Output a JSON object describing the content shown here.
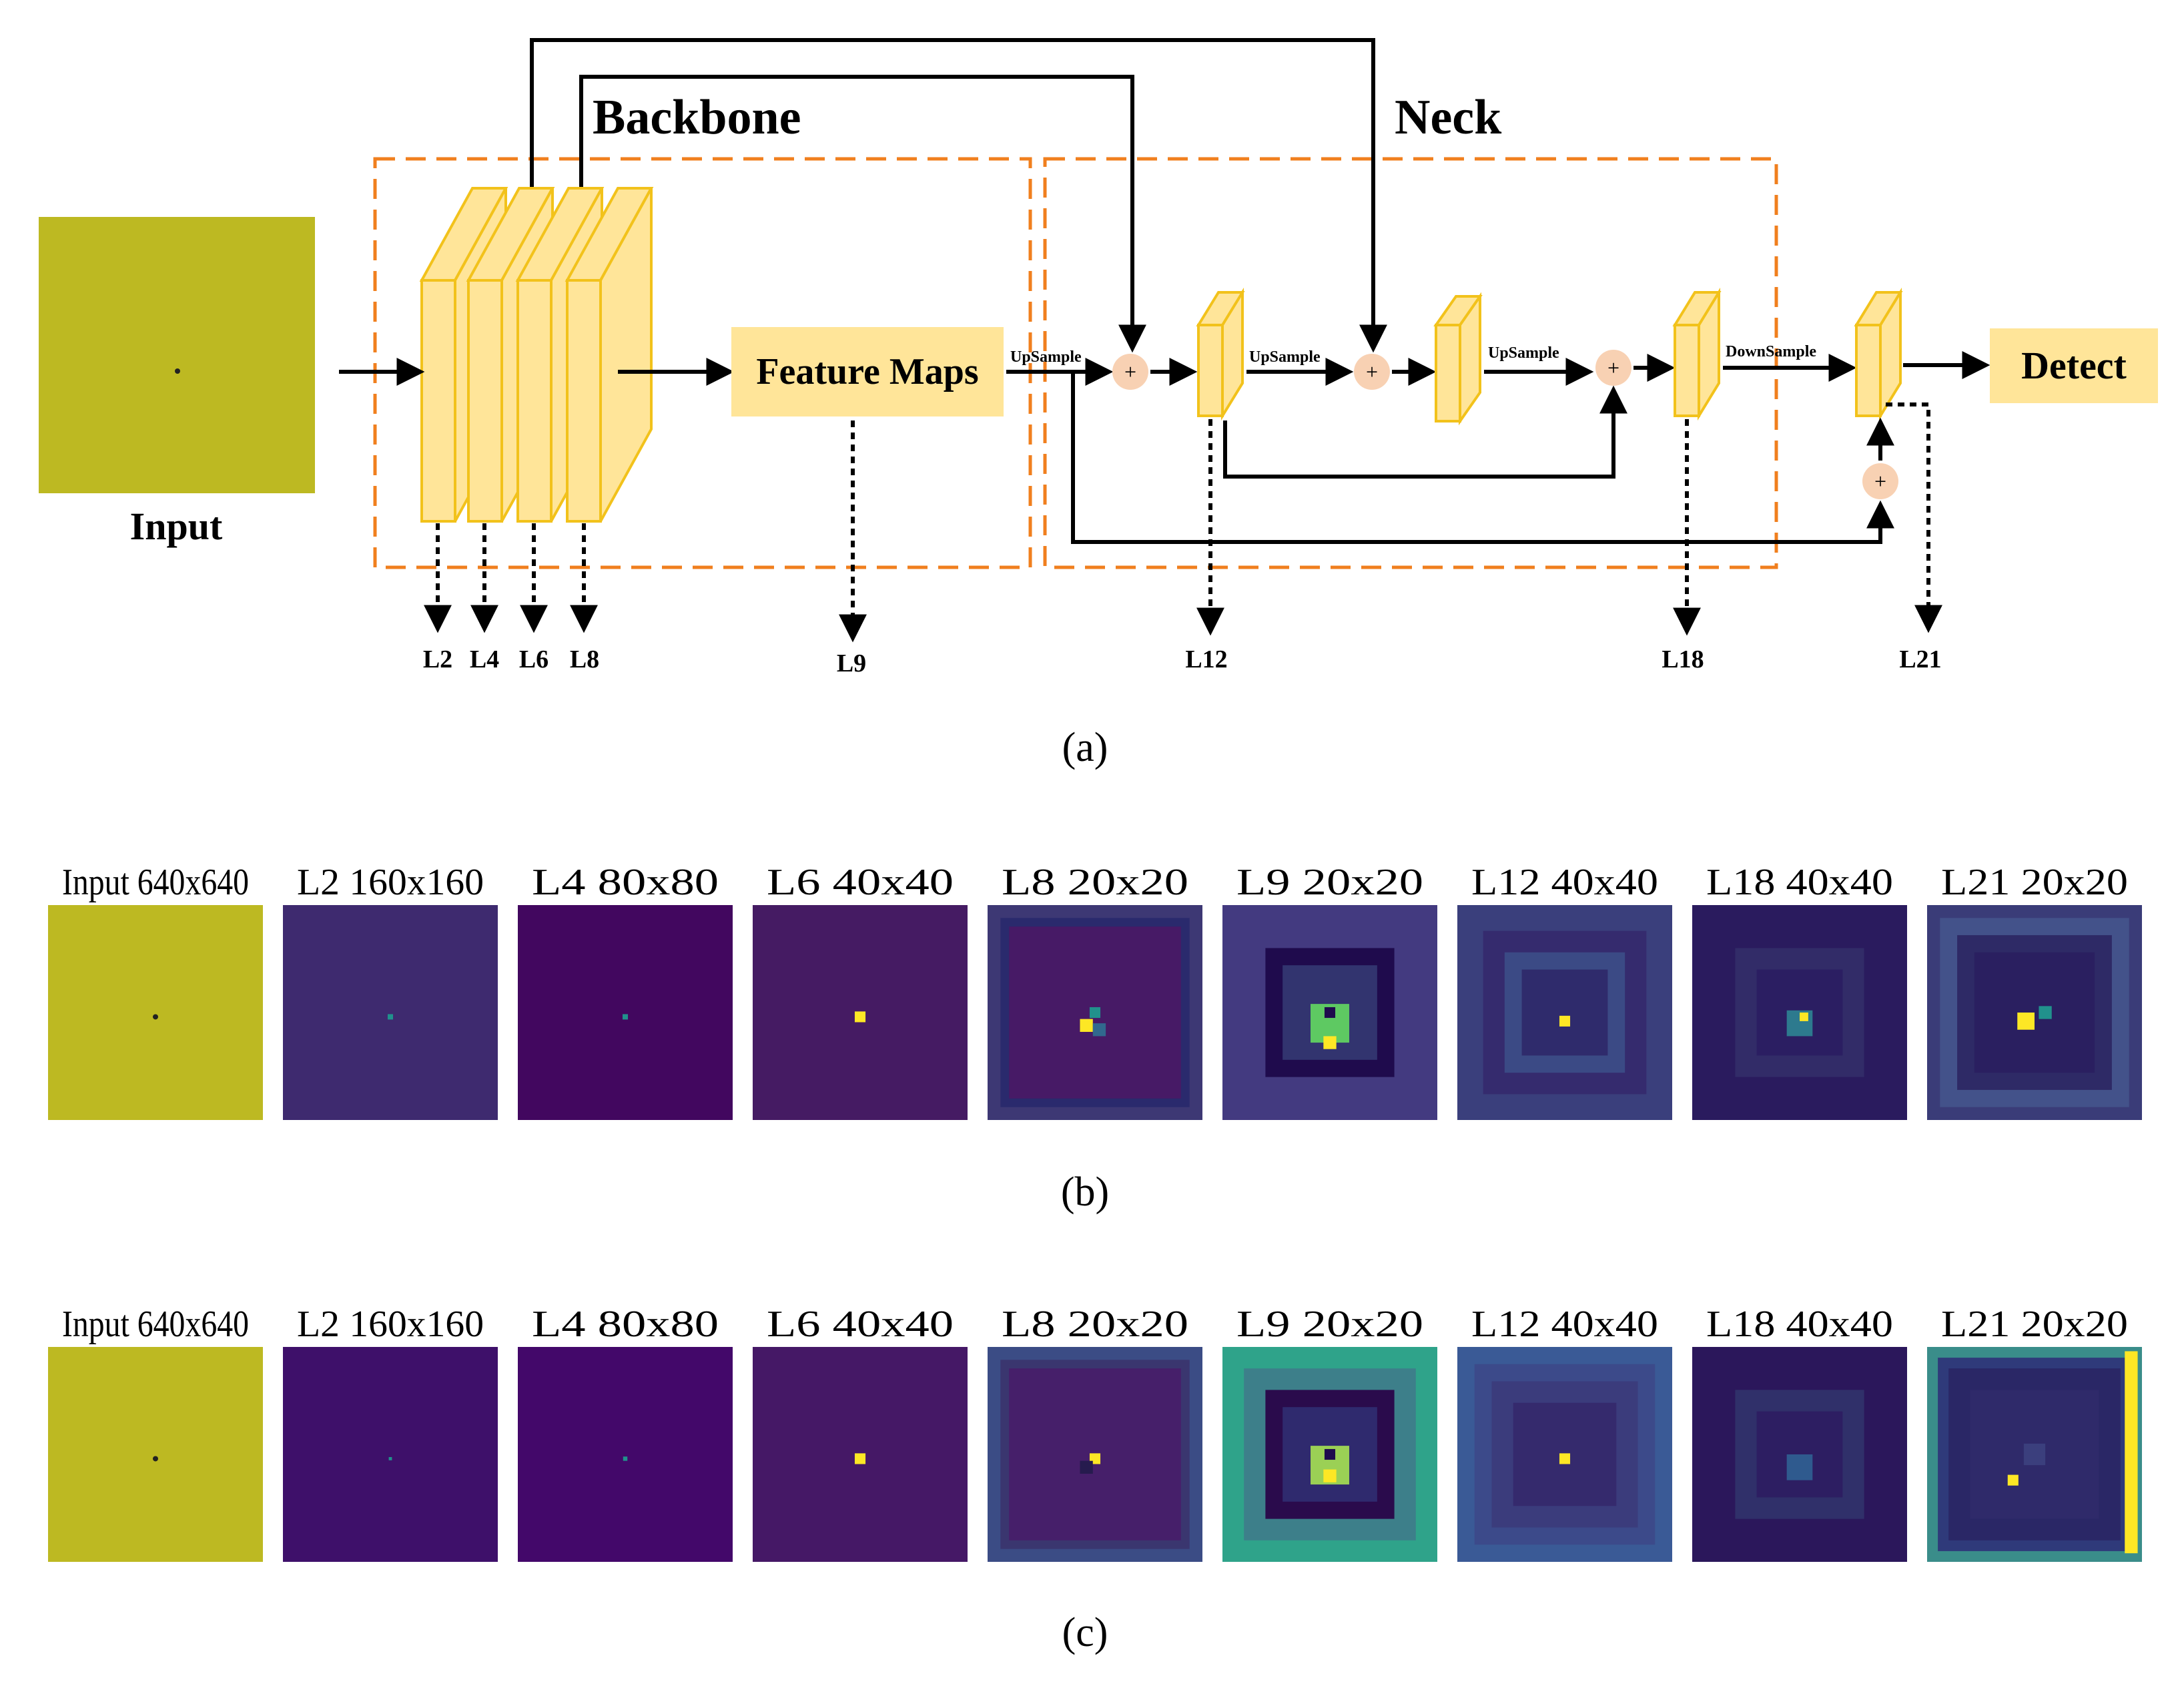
{
  "panel_a": {
    "input_label": "Input",
    "backbone_title": "Backbone",
    "neck_title": "Neck",
    "feature_maps_label": "Feature Maps",
    "detect_label": "Detect",
    "plus_symbol": "+",
    "upsample_1": "UpSample",
    "upsample_2": "UpSample",
    "upsample_3": "UpSample",
    "downsample": "DownSample",
    "layer_outputs": [
      "L2",
      "L4",
      "L6",
      "L8",
      "L9",
      "L12",
      "L18",
      "L21"
    ],
    "caption": "(a)"
  },
  "panel_b": {
    "caption": "(b)",
    "maps": [
      {
        "label": "Input 640x640",
        "kind": "input"
      },
      {
        "label": "L2 160x160",
        "kind": "map"
      },
      {
        "label": "L4 80x80",
        "kind": "map"
      },
      {
        "label": "L6 40x40",
        "kind": "map"
      },
      {
        "label": "L8 20x20",
        "kind": "map"
      },
      {
        "label": "L9 20x20",
        "kind": "map"
      },
      {
        "label": "L12 40x40",
        "kind": "map"
      },
      {
        "label": "L18 40x40",
        "kind": "map"
      },
      {
        "label": "L21 20x20",
        "kind": "map"
      }
    ]
  },
  "panel_c": {
    "caption": "(c)",
    "maps": [
      {
        "label": "Input 640x640",
        "kind": "input"
      },
      {
        "label": "L2 160x160",
        "kind": "map"
      },
      {
        "label": "L4 80x80",
        "kind": "map"
      },
      {
        "label": "L6 40x40",
        "kind": "map"
      },
      {
        "label": "L8 20x20",
        "kind": "map"
      },
      {
        "label": "L9 20x20",
        "kind": "map"
      },
      {
        "label": "L12 40x40",
        "kind": "map"
      },
      {
        "label": "L18 40x40",
        "kind": "map"
      },
      {
        "label": "L21 20x20",
        "kind": "map"
      }
    ]
  },
  "colors": {
    "input_olive": "#bdb922",
    "block_fill": "#ffe599",
    "block_stroke": "#f2c21b",
    "dashed_orange": "#f07f1e",
    "plus_fill": "#f8d1b3",
    "viridis_dark": "#440154",
    "viridis_purple": "#3b2a6e",
    "viridis_blue": "#31688e",
    "viridis_teal": "#21918c",
    "viridis_green": "#5ec962",
    "viridis_yellow": "#fde725"
  }
}
